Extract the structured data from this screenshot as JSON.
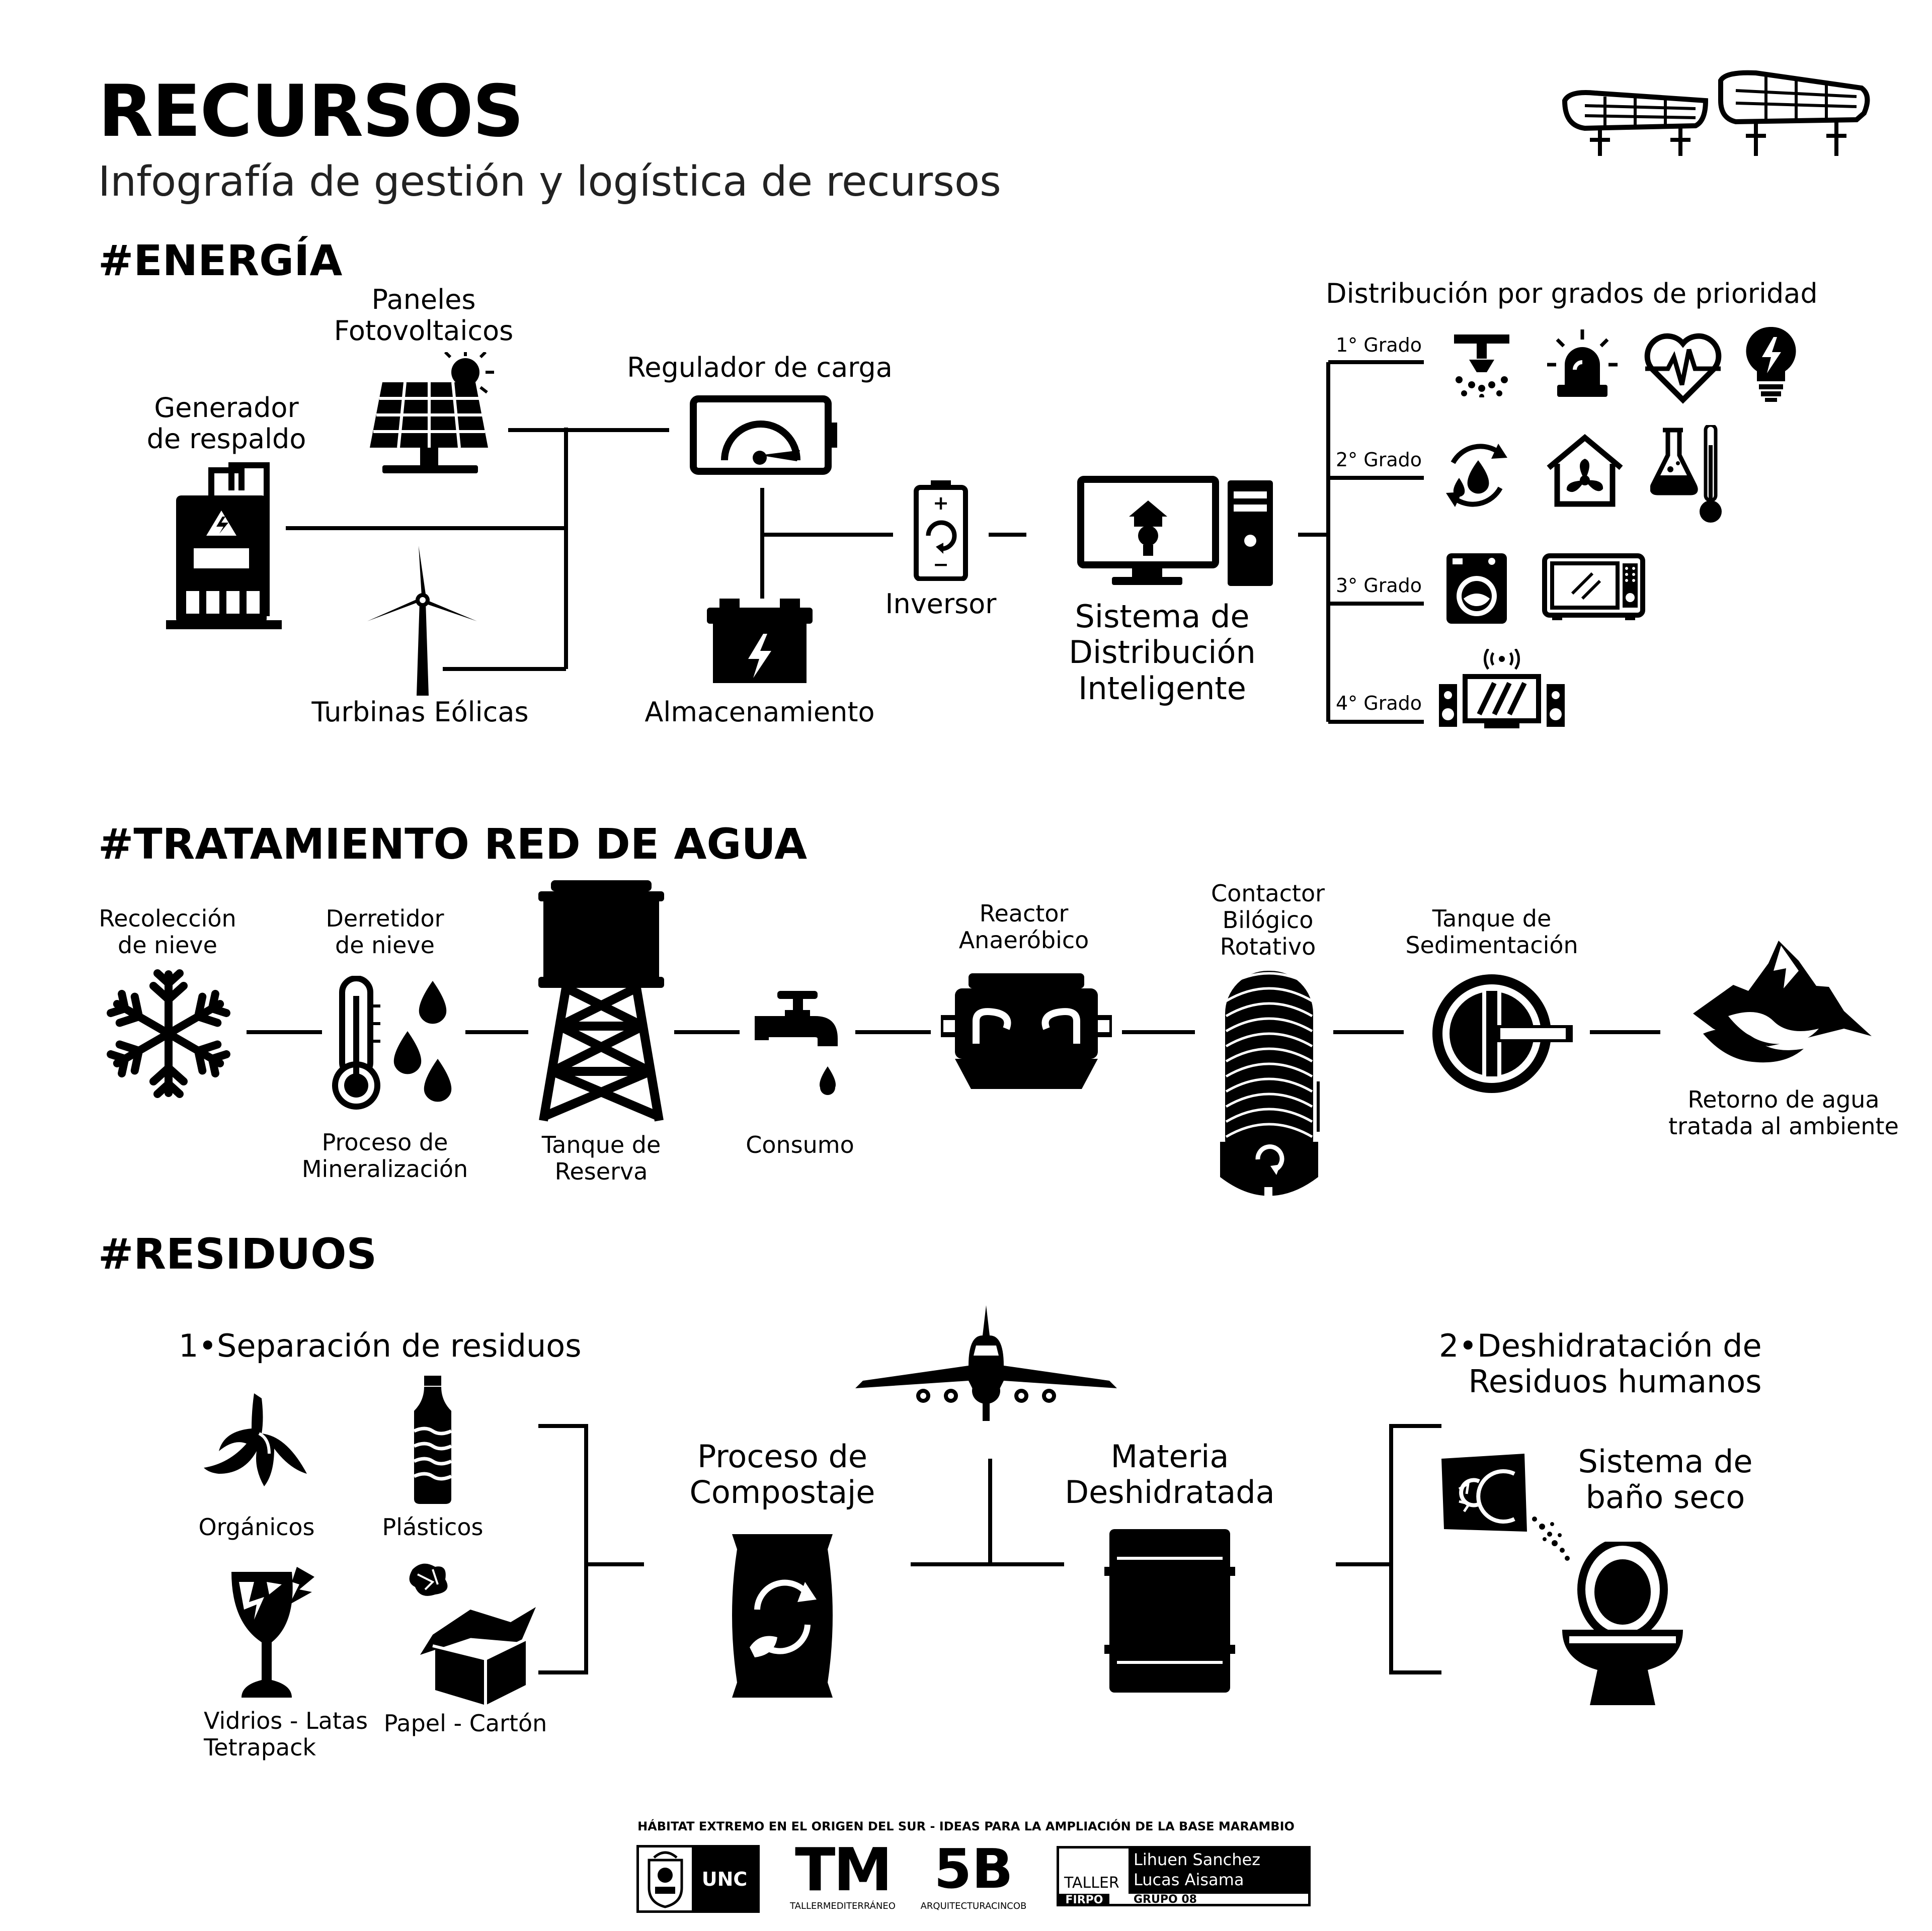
{
  "header": {
    "title": "RECURSOS",
    "subtitle": "Infografía de gestión y logística de recursos"
  },
  "energia": {
    "heading": "#ENERGÍA",
    "paneles": "Paneles\nFotovoltaicos",
    "generador": "Generador\nde respaldo",
    "regulador": "Regulador de carga",
    "turbinas": "Turbinas Eólicas",
    "almacenamiento": "Almacenamiento",
    "inversor": "Inversor",
    "sistema": "Sistema de\nDistribución\nInteligente",
    "distribucion_title": "Distribución por grados de prioridad",
    "grados": [
      "1° Grado",
      "2° Grado",
      "3° Grado",
      "4° Grado"
    ]
  },
  "agua": {
    "heading": "#TRATAMIENTO RED DE AGUA",
    "recoleccion": "Recolección\nde nieve",
    "derretidor": "Derretidor\nde nieve",
    "mineralizacion": "Proceso de\nMineralización",
    "tanque_reserva": "Tanque de\nReserva",
    "consumo": "Consumo",
    "reactor": "Reactor\nAnaeróbico",
    "contactor": "Contactor\nBilógico\nRotativo",
    "sedimentacion": "Tanque de\nSedimentación",
    "retorno": "Retorno de agua\ntratada al ambiente"
  },
  "residuos": {
    "heading": "#RESIDUOS",
    "separacion": "1•Separación de residuos",
    "organicos": "Orgánicos",
    "plasticos": "Plásticos",
    "vidrios": "Vidrios - Latas\nTetrapack",
    "papel": "Papel - Cartón",
    "compostaje": "Proceso de\nCompostaje",
    "materia": "Materia\nDeshidratada",
    "deshidratacion": "2•Deshidratación de\nResiduos humanos",
    "bano": "Sistema de\nbaño seco"
  },
  "footer": {
    "headline": "HÁBITAT EXTREMO EN EL ORIGEN DEL SUR - IDEAS PARA LA AMPLIACIÓN DE LA BASE MARAMBIO",
    "unc": "UNC",
    "tm": "TM",
    "tm_sub": "TALLERMEDITERRÁNEO",
    "fiveb": "5B",
    "fiveb_sub": "ARQUITECTURACINCOB",
    "taller": "TALLER",
    "firpo": "FIRPO",
    "author1": "Lihuen Sanchez",
    "author2": "Lucas Aisama",
    "grupo": "GRUPO 08"
  }
}
